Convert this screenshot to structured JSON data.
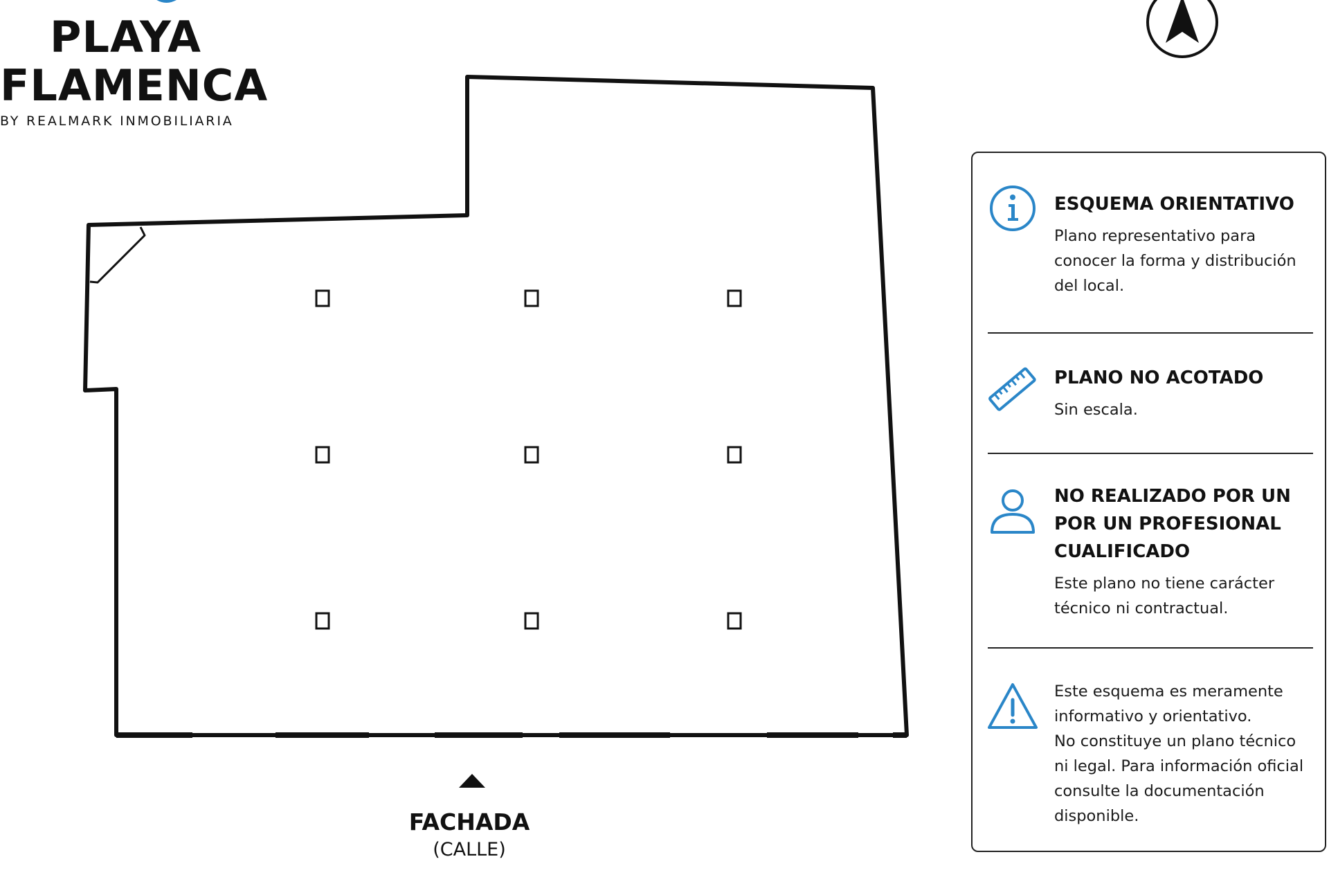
{
  "brand": {
    "line1": "PLAYA",
    "line2": "FLAMENCA",
    "tagline": "BY REALMARK INMOBILIARIA",
    "accent_color": "#2a86c8"
  },
  "compass": {
    "icon": "north-arrow-icon"
  },
  "plan": {
    "column_count": 9,
    "facade_label": "FACHADA",
    "facade_sublabel": "(CALLE)",
    "facade_marker_icon": "triangle-up-icon"
  },
  "info_panel": {
    "icon_color": "#2a86c8",
    "sections": [
      {
        "icon": "info-icon",
        "title_lines": [
          "ESQUEMA ORIENTATIVO"
        ],
        "body_lines": [
          "Plano representativo para",
          "conocer la forma y distribución",
          "del local."
        ]
      },
      {
        "icon": "ruler-icon",
        "title_lines": [
          "PLANO NO ACOTADO"
        ],
        "body_lines": [
          "Sin escala."
        ]
      },
      {
        "icon": "user-icon",
        "title_lines": [
          "NO REALIZADO POR UN",
          "POR UN PROFESIONAL",
          "CUALIFICADO"
        ],
        "body_lines": [
          "Este plano no tiene carácter",
          "técnico ni contractual."
        ]
      },
      {
        "icon": "warning-icon",
        "title_lines": [],
        "body_lines": [
          "Este esquema es meramente",
          "informativo y orientativo.",
          "No constituye un plano técnico",
          "ni legal. Para información oficial",
          "consulte la documentación",
          "disponible."
        ]
      }
    ]
  }
}
